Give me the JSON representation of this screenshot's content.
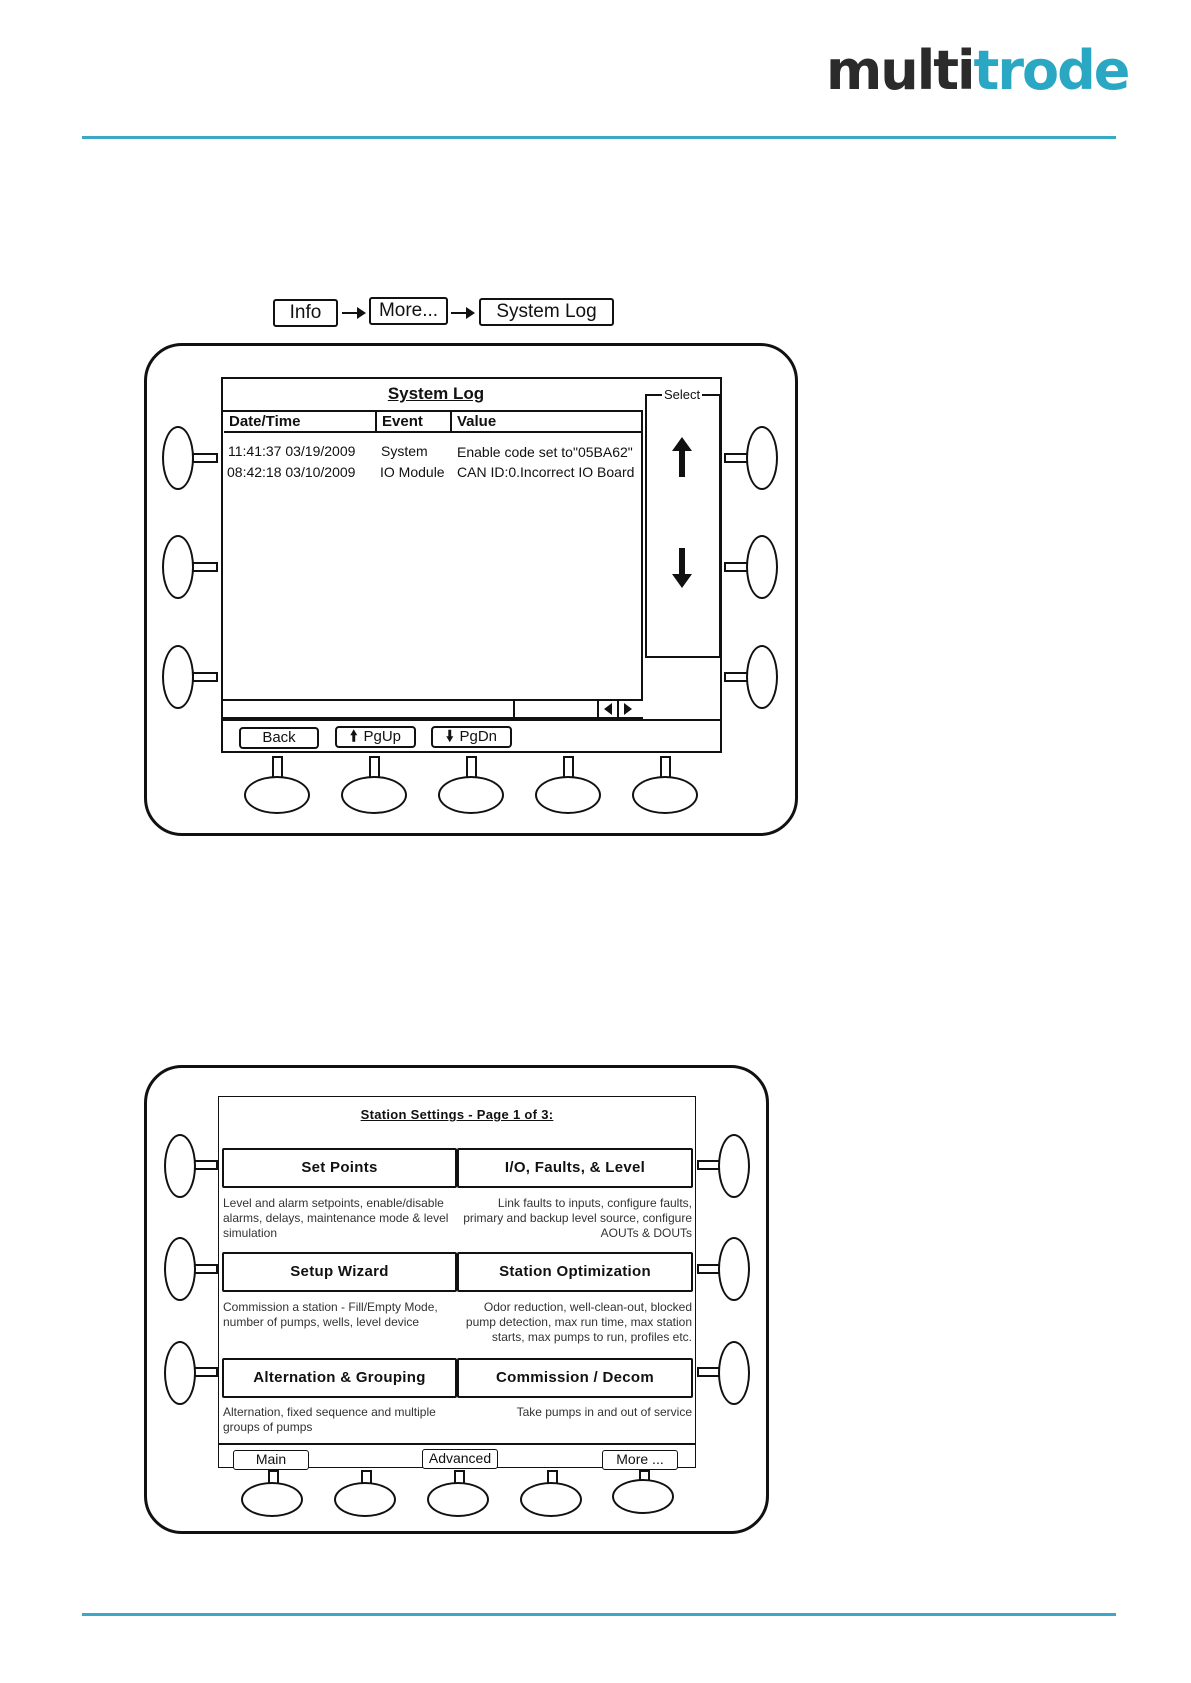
{
  "brand": {
    "logo_part1": "multi",
    "logo_part2": "trode",
    "accent": "#3aa9c5"
  },
  "breadcrumb": [
    "Info",
    "More...",
    "System Log"
  ],
  "system_log": {
    "title": "System Log",
    "select_label": "Select",
    "columns": [
      "Date/Time",
      "Event",
      "Value"
    ],
    "rows": [
      {
        "datetime": "11:41:37  03/19/2009",
        "event": "System",
        "value": "Enable code set to\"05BA62\""
      },
      {
        "datetime": "08:42:18  03/10/2009",
        "event": "IO Module",
        "value": "CAN ID:0.Incorrect IO Board"
      }
    ],
    "softkeys": {
      "back": "Back",
      "pgup": "PgUp",
      "pgdn": "PgDn"
    }
  },
  "station_settings": {
    "title": "Station Settings - Page 1 of 3:",
    "buttons": {
      "set_points": "Set Points",
      "io_faults": "I/O, Faults, & Level",
      "setup_wizard": "Setup Wizard",
      "station_optimization": "Station Optimization",
      "alternation": "Alternation & Grouping",
      "commission": "Commission / Decom"
    },
    "descriptions": {
      "set_points": [
        "Level and alarm setpoints, enable/disable",
        "alarms, delays, maintenance mode & level",
        "simulation"
      ],
      "io_faults": [
        "Link faults to inputs, configure faults,",
        "primary and backup level source, configure",
        "AOUTs & DOUTs"
      ],
      "setup_wizard": [
        "Commission a station - Fill/Empty Mode,",
        "number of pumps, wells, level device"
      ],
      "station_optimization": [
        "Odor reduction, well-clean-out, blocked",
        "pump detection, max run time, max station",
        "starts, max pumps to run, profiles etc."
      ],
      "alternation": [
        "Alternation, fixed sequence and multiple",
        "groups of pumps"
      ],
      "commission": [
        "Take pumps in and out of service"
      ]
    },
    "softkeys": {
      "main": "Main",
      "advanced": "Advanced",
      "more": "More ..."
    }
  }
}
